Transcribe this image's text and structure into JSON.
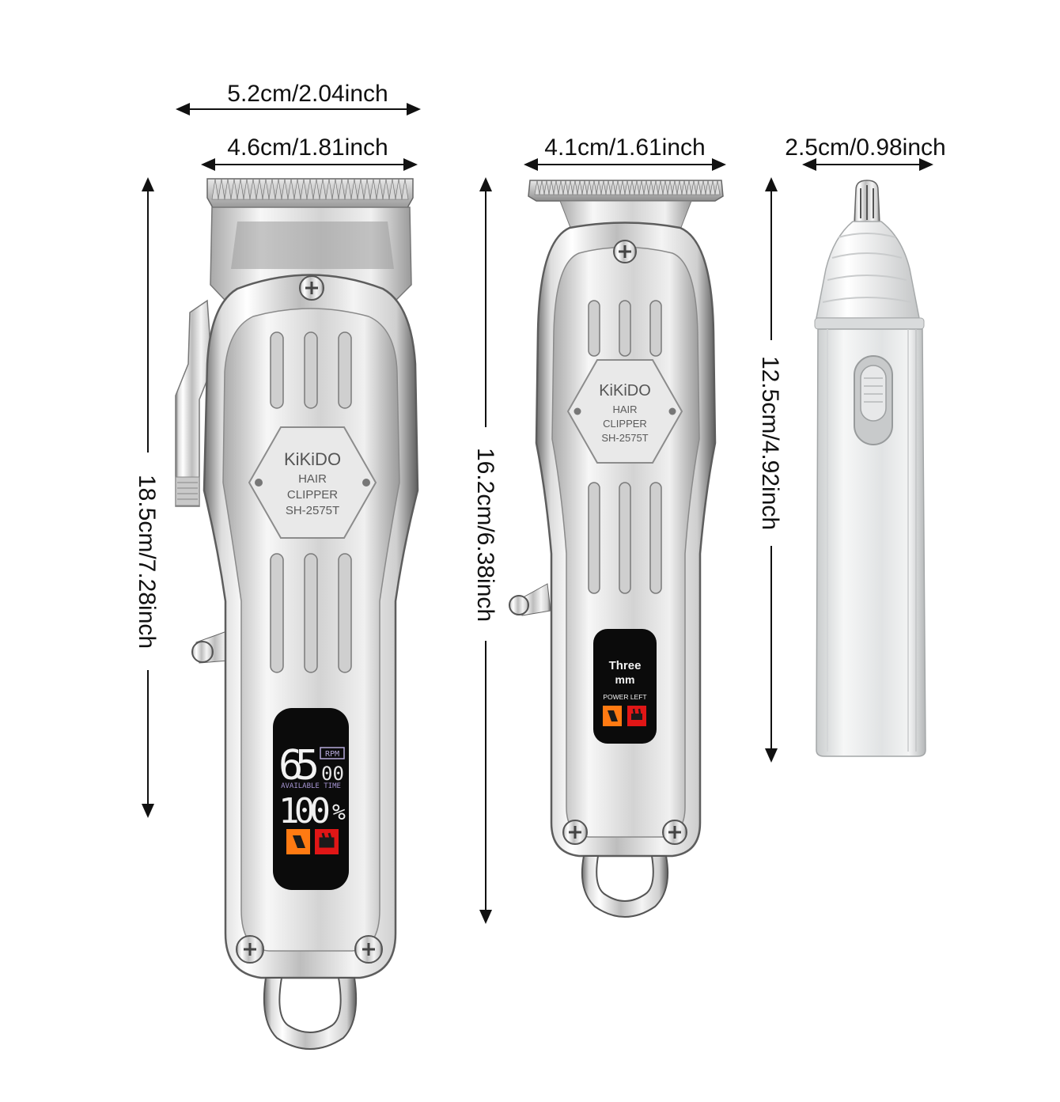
{
  "dimensions": {
    "clipper_outer_width": "5.2cm/2.04inch",
    "clipper_blade_width": "4.6cm/1.81inch",
    "clipper_height": "18.5cm/7.28inch",
    "trimmer_width": "4.1cm/1.61inch",
    "trimmer_height": "16.2cm/6.38inch",
    "nose_trimmer_width": "2.5cm/0.98inch",
    "nose_trimmer_height": "12.5cm/4.92inch"
  },
  "clipper": {
    "brand": "KiKiDO",
    "product_line1": "HAIR",
    "product_line2": "CLIPPER",
    "model": "SH-2575T",
    "display": {
      "rpm_value": "65",
      "rpm_unit": "RPM",
      "rpm_suffix": "00",
      "available_time_label": "AVAILABLE TIME",
      "battery_value": "100",
      "battery_unit": "%"
    }
  },
  "trimmer": {
    "brand": "KiKiDO",
    "product_line1": "HAIR",
    "product_line2": "CLIPPER",
    "model": "SH-2575T",
    "display": {
      "line1": "Three",
      "line2": "mm",
      "power_label": "POWER LEFT"
    }
  },
  "colors": {
    "metal_light": "#f2f2f2",
    "metal_mid": "#b9b9b9",
    "metal_dark": "#6e6e6e",
    "lcd_bg": "#0b0b0b",
    "lcd_orange": "#ff7a12",
    "lcd_red": "#e01616",
    "nose_body": "#e6e8e9"
  }
}
